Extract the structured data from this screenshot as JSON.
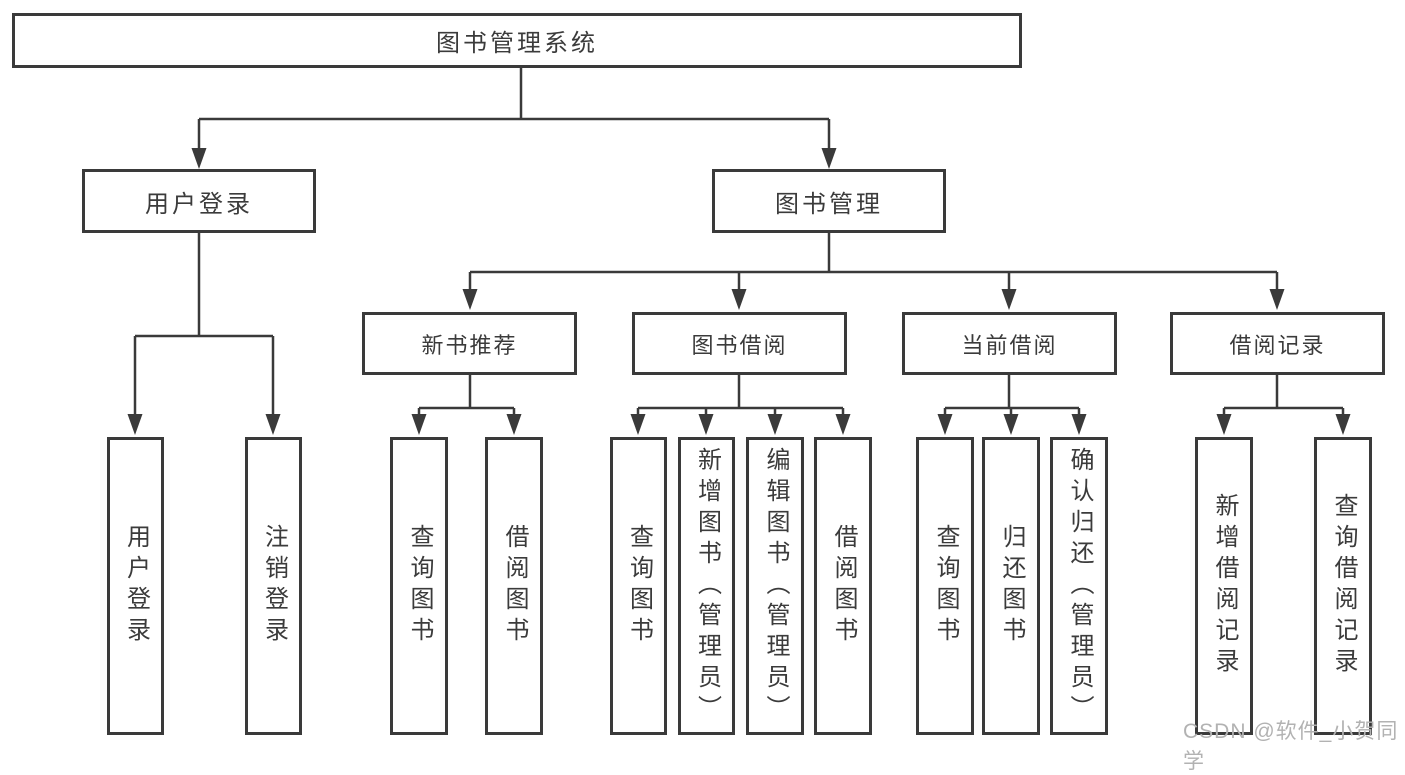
{
  "tree": {
    "label": "图书管理系统",
    "children": [
      {
        "label": "用户登录",
        "children": [
          {
            "label": "用户登录"
          },
          {
            "label": "注销登录"
          }
        ]
      },
      {
        "label": "图书管理",
        "children": [
          {
            "label": "新书推荐",
            "children": [
              {
                "label": "查询图书"
              },
              {
                "label": "借阅图书"
              }
            ]
          },
          {
            "label": "图书借阅",
            "children": [
              {
                "label": "查询图书"
              },
              {
                "label": "新增图书（管理员）"
              },
              {
                "label": "编辑图书（管理员）"
              },
              {
                "label": "借阅图书"
              }
            ]
          },
          {
            "label": "当前借阅",
            "children": [
              {
                "label": "查询图书"
              },
              {
                "label": "归还图书"
              },
              {
                "label": "确认归还（管理员）"
              }
            ]
          },
          {
            "label": "借阅记录",
            "children": [
              {
                "label": "新增借阅记录"
              },
              {
                "label": "查询借阅记录"
              }
            ]
          }
        ]
      }
    ]
  },
  "colors": {
    "line": "#3a3a3a",
    "text": "#3b3b3b",
    "watermark": "#b2b2b2"
  },
  "watermark": {
    "text": "CSDN @软件_小贺同学"
  }
}
